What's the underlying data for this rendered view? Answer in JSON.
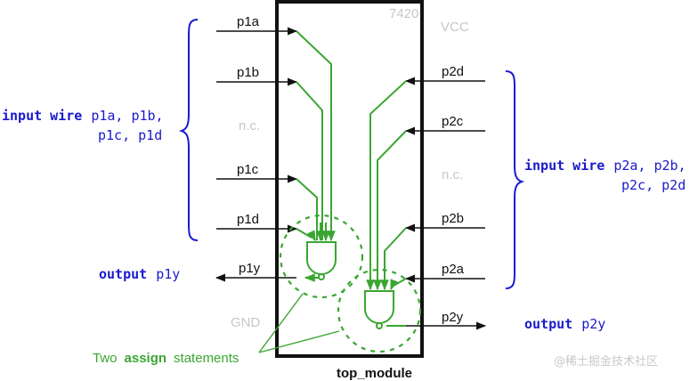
{
  "chip": {
    "part": "7420",
    "module_name": "top_module"
  },
  "pins_left": {
    "p1a": "p1a",
    "p1b": "p1b",
    "nc": "n.c.",
    "p1c": "p1c",
    "p1d": "p1d",
    "p1y": "p1y",
    "gnd": "GND"
  },
  "pins_right": {
    "vcc": "VCC",
    "p2d": "p2d",
    "p2c": "p2c",
    "nc": "n.c.",
    "p2b": "p2b",
    "p2a": "p2a",
    "p2y": "p2y"
  },
  "annotations": {
    "left_input": {
      "kw": "input wire",
      "line1": "p1a, p1b,",
      "line2": "p1c, p1d"
    },
    "left_output": {
      "kw": "output",
      "name": "p1y"
    },
    "right_input": {
      "kw": "input wire",
      "line1": "p2a, p2b,",
      "line2": "p2c, p2d"
    },
    "right_output": {
      "kw": "output",
      "name": "p2y"
    },
    "assign_note": {
      "prefix": "Two",
      "kw": "assign",
      "suffix": "statements"
    }
  },
  "watermark": "@稀土掘金技术社区",
  "colors": {
    "wire": "#111111",
    "logic": "#3aa632",
    "code": "#1a1acc",
    "dim": "#c7c7c7"
  }
}
